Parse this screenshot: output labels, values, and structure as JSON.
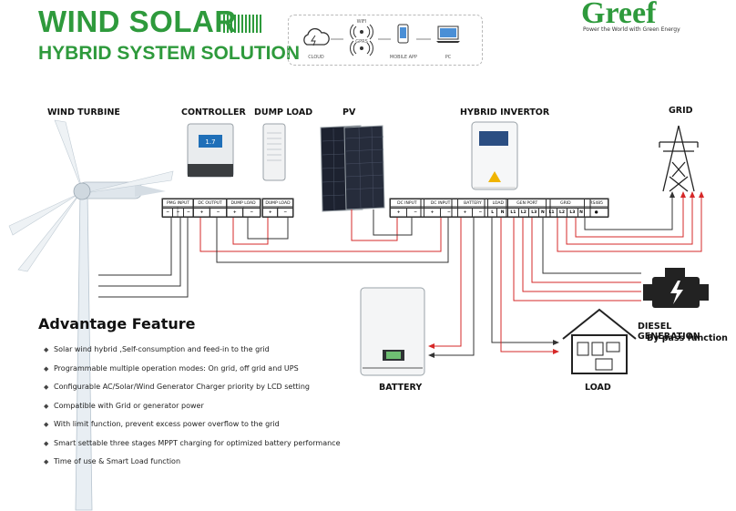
{
  "header": {
    "title_line1": "WIND SOLAR",
    "title_line2": "HYBRID SYSTEM SOLUTION"
  },
  "monitoring": {
    "items": [
      "CLOUD",
      "WIFI",
      "GPRS",
      "MOBILE APP",
      "PC"
    ]
  },
  "brand": {
    "logo": "Greef",
    "slogan": "Power the World with Green Energy"
  },
  "components": {
    "wind_turbine": "WIND TURBINE",
    "controller": "CONTROLLER",
    "dump_load": "DUMP LOAD",
    "pv": "PV",
    "hybrid_inverter": "HYBRID INVERTOR",
    "grid": "GRID",
    "battery": "BATTERY",
    "load": "LOAD",
    "diesel_generation": "DIESEL GENERATION",
    "bypass": "By pass function"
  },
  "controller_panel": {
    "headers": [
      "PMG INPUT",
      "DC OUTPUT",
      "DUMP LOAD"
    ],
    "terminals": [
      "~",
      "~",
      "~",
      "+",
      "−",
      "+",
      "−"
    ]
  },
  "dumpload_panel": {
    "headers": [
      "DUMP LOAD"
    ],
    "terminals": [
      "+",
      "−"
    ]
  },
  "inverter_panel": {
    "headers": [
      "DC INPUT",
      "DC INPUT",
      "BATTERY",
      "LOAD",
      "GEN PORT",
      "GRID",
      "RS485"
    ],
    "terminals": [
      "+",
      "−",
      "+",
      "−",
      "+",
      "−",
      "L",
      "N",
      "L1",
      "L2",
      "L3",
      "N",
      "L1",
      "L2",
      "L3",
      "N",
      "●"
    ]
  },
  "features": {
    "title": "Advantage Feature",
    "items": [
      "Solar wind hybrid ,Self-consumption and feed-in to the grid",
      "Programmable multiple operation modes: On grid, off grid and UPS",
      "Configurable AC/Solar/Wind Generator Charger priority by LCD setting",
      "Compatible with Grid or generator power",
      "With limit function, prevent excess power overflow to the grid",
      "Smart settable three stages MPPT charging for optimized battery performance",
      "Time of use & Smart Load function"
    ]
  },
  "colors": {
    "brand_green": "#2e9a3c",
    "wire_red": "#d62828",
    "wire_dark": "#333333"
  }
}
